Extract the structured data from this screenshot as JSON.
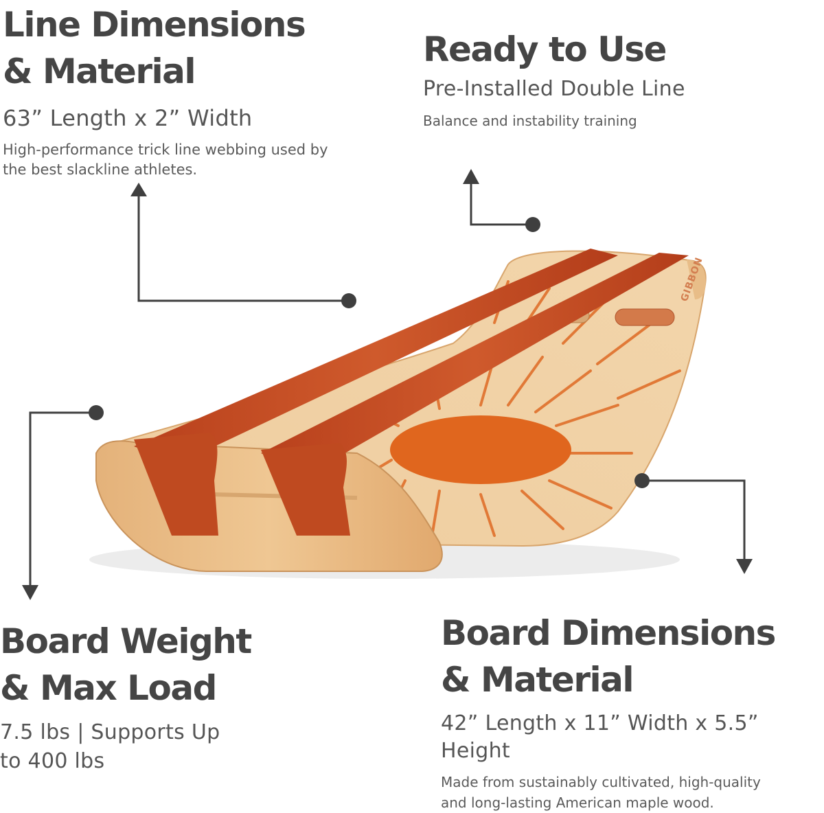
{
  "features": {
    "line": {
      "title_line1": "Line Dimensions",
      "title_line2": "& Material",
      "subtitle": "63” Length x 2” Width",
      "desc_line1": "High-performance trick line webbing used by",
      "desc_line2": "the best slackline athletes."
    },
    "ready": {
      "title": "Ready to Use",
      "subtitle": "Pre-Installed Double Line",
      "desc": "Balance and instability training"
    },
    "weight": {
      "title_line1": "Board Weight",
      "title_line2": "& Max Load",
      "subtitle_line1": "7.5 lbs | Supports Up",
      "subtitle_line2": "to 400 lbs"
    },
    "board": {
      "title_line1": "Board Dimensions",
      "title_line2": "& Material",
      "subtitle": "42” Length x 11” Width x 5.5” Height",
      "desc_line1": "Made from sustainably cultivated, high-quality",
      "desc_line2": "and long-lasting American maple wood."
    }
  },
  "product": {
    "brand": "GIBBON"
  },
  "colors": {
    "text": "#454545",
    "callout": "#3f3f3f",
    "strap": "#c24a22",
    "wood": "#e6b883",
    "sun": "#e0661e"
  }
}
